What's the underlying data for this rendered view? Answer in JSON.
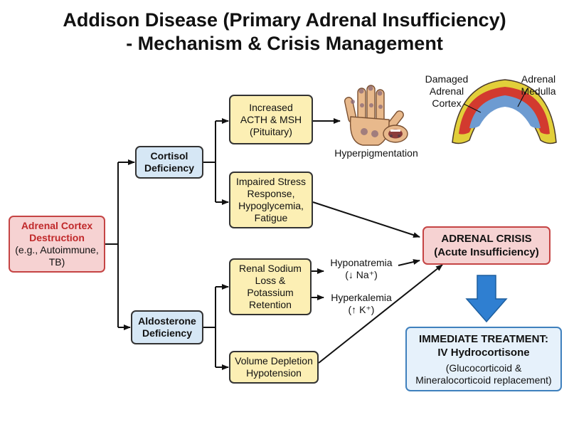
{
  "title": {
    "line1": "Addison Disease (Primary Adrenal Insufficiency)",
    "line2": "- Mechanism & Crisis Management"
  },
  "root": {
    "line1": "Adrenal Cortex",
    "line2": "Destruction",
    "line3": "(e.g., Autoimmune,",
    "line4": "TB)"
  },
  "cortisol": {
    "line1": "Cortisol",
    "line2": "Deficiency"
  },
  "aldosterone": {
    "line1": "Aldosterone",
    "line2": "Deficiency"
  },
  "acth": {
    "line1": "Increased",
    "line2": "ACTH & MSH",
    "line3": "(Pituitary)"
  },
  "stress": {
    "line1": "Impaired Stress",
    "line2": "Response,",
    "line3": "Hypoglycemia,",
    "line4": "Fatigue"
  },
  "renal": {
    "line1": "Renal Sodium",
    "line2": "Loss &",
    "line3": "Potassium",
    "line4": "Retention"
  },
  "volume": {
    "line1": "Volume Depletion",
    "line2": "Hypotension"
  },
  "hyponatremia": {
    "line1": "Hyponatremia",
    "line2": "(↓ Na⁺)"
  },
  "hyperkalemia": {
    "line1": "Hyperkalemia",
    "line2": "(↑ K⁺)"
  },
  "hyperpigmentation": "Hyperpigmentation",
  "crisis": {
    "line1": "ADRENAL CRISIS",
    "line2": "(Acute Insufficiency)"
  },
  "treatment": {
    "line1": "IMMEDIATE TREATMENT:",
    "line2": "IV Hydrocortisone",
    "line3": "(Glucocorticoid &",
    "line4": "Mineralocorticoid replacement)"
  },
  "adrenal": {
    "cortex_label": {
      "line1": "Damaged",
      "line2": "Adrenal",
      "line3": "Cortex"
    },
    "medulla_label": {
      "line1": "Adrenal",
      "line2": "Medulla"
    }
  },
  "colors": {
    "root_text": "#c0282a",
    "crisis_border": "#c54444",
    "treatment_arrow": "#2f7fd1",
    "skin": "#e8b98c",
    "pigment": "#8a6a78"
  }
}
